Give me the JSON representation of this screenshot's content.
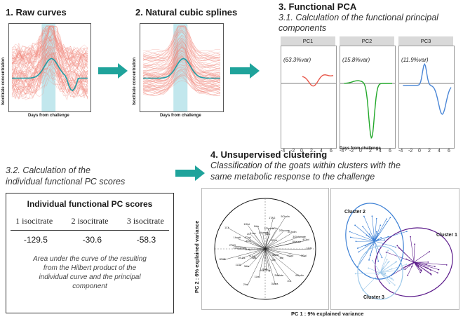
{
  "steps": {
    "s1": {
      "title": "1. Raw curves",
      "ylabel": "Isocitrate concentration",
      "xlabel": "Days from challenge"
    },
    "s2": {
      "title": "2. Natural cubic splines",
      "ylabel": "Isocitrate concentration",
      "xlabel": "Days from challenge"
    },
    "s3": {
      "title": "3. Functional PCA",
      "subtitle_l1": "3.1. Calculation of the functional principal",
      "subtitle_l2": "components",
      "panels": [
        {
          "name": "PC1",
          "var": "(63.3%var)",
          "color": "#e8574a"
        },
        {
          "name": "PC2",
          "var": "(15.8%var)",
          "color": "#22a82a"
        },
        {
          "name": "PC3",
          "var": "(11.9%var)",
          "color": "#4a86d6"
        }
      ],
      "xticks": [
        "-4",
        "-2",
        "0",
        "2",
        "4",
        "6"
      ],
      "xlabel": "Days from challenge"
    },
    "s32": {
      "title_l1": "3.2. Calculation of the",
      "title_l2": "individual functional PC scores",
      "table_title": "Individual functional PC scores",
      "headers": [
        "1 isocitrate",
        "2 isocitrate",
        "3 isocitrate"
      ],
      "values": [
        "-129.5",
        "-30.6",
        "-58.3"
      ],
      "note_l1": "Area under the curve of the resulting",
      "note_l2": "from the Hilbert product of the",
      "note_l3": "individual curve and the principal",
      "note_l4": "component"
    },
    "s4": {
      "title": "4. Unsupervised clustering",
      "sub_l1": "Classification of the goats within clusters with the",
      "sub_l2": "same metabolic response to the challenge",
      "ylabel": "PC 2 : 6% explained variance",
      "xlabel": "PC 1 : 9% explained variance",
      "clusters": [
        {
          "name": "Cluster 1",
          "color": "#5b1a8a"
        },
        {
          "name": "Cluster 2",
          "color": "#3b7fd4"
        },
        {
          "name": "Cluster 3",
          "color": "#9ec9ea"
        }
      ],
      "var_labels": [
        "1Malate",
        "4Chol",
        "3Glutamate",
        "2Chol",
        "2Cholin",
        "2Glucose",
        "5Cholin",
        "1Glu",
        "3Lac",
        "1TAG",
        "1Glycine",
        "1Acetate",
        "1Ala",
        "1Glut",
        "1Lac",
        "2Cr",
        "3Chol",
        "4Glu",
        "1Cit",
        "1Isocit",
        "2TAG",
        "1Glutamate",
        "2Lac",
        "1BHB",
        "1VLDL",
        "1LDL",
        "2LDL",
        "3Ala",
        "1Val",
        "2Val",
        "1Leu",
        "4Val",
        "3Lys",
        "1Pyr",
        "3Urea",
        "2Malate",
        "1Cr",
        "3Ile",
        "4Cholin",
        "2BHB",
        "1Ile",
        "1Cho",
        "3Gal",
        "1Gal"
      ]
    }
  },
  "colors": {
    "arrow": "#1fa39b",
    "band": "#a8dde6",
    "raw": "#f08a80",
    "mean": "#1f9ea6"
  }
}
